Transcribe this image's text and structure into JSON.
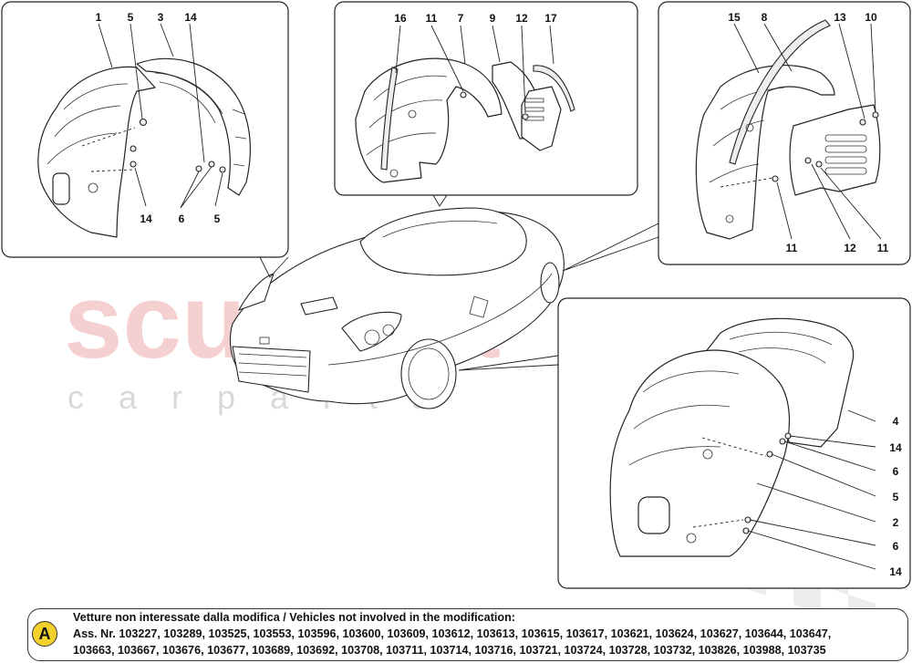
{
  "watermark": {
    "brand": "scuderia",
    "sub": "carparts",
    "brand_color": "#f4c8c8",
    "checker_color": "#dcdcdc"
  },
  "callouts": {
    "left_panel": [
      "1",
      "5",
      "3",
      "14",
      "14",
      "6",
      "5"
    ],
    "top_panel": [
      "16",
      "11",
      "7",
      "9",
      "12",
      "17"
    ],
    "right_top_panel": [
      "15",
      "8",
      "13",
      "10",
      "11",
      "12",
      "11"
    ],
    "right_bottom_panel": [
      "4",
      "14",
      "6",
      "5",
      "2",
      "6",
      "14"
    ]
  },
  "note": {
    "badge": "A",
    "badge_color": "#f2d12c",
    "line1": "Vetture non interessate dalla modifica / Vehicles not involved in the modification:",
    "line2": "Ass. Nr. 103227, 103289, 103525, 103553, 103596, 103600, 103609, 103612, 103613, 103615, 103617, 103621, 103624, 103627, 103644, 103647,",
    "line3": "103663, 103667, 103676, 103677, 103689, 103692, 103708, 103711, 103714, 103716, 103721, 103724, 103728, 103732, 103826, 103988, 103735"
  }
}
